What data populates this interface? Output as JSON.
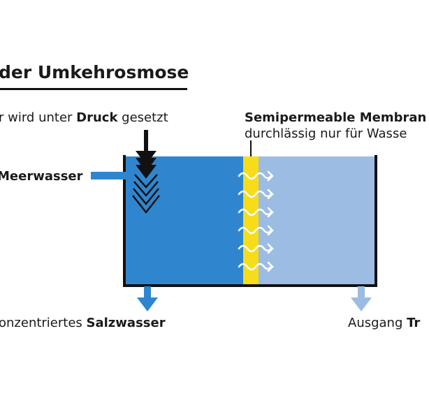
{
  "title": "der Umkehrosmose",
  "pressure": {
    "prefix": "r wird unter ",
    "bold": "Druck",
    "suffix": " gesetzt"
  },
  "membrane": {
    "title": "Semipermeable Membran",
    "subtitle": "durchlässig nur für Wasse"
  },
  "inlet": {
    "label": "Meerwasser"
  },
  "outlet_left": {
    "prefix": "onzentriertes ",
    "bold": "Salzwasser"
  },
  "outlet_right": {
    "prefix": "Ausgang ",
    "bold": "Tr"
  },
  "colors": {
    "saltwater": "#2f86cf",
    "freshwater": "#9cbce3",
    "membrane": "#f7dc1a",
    "outline": "#111111",
    "text": "#1a1a1a"
  }
}
